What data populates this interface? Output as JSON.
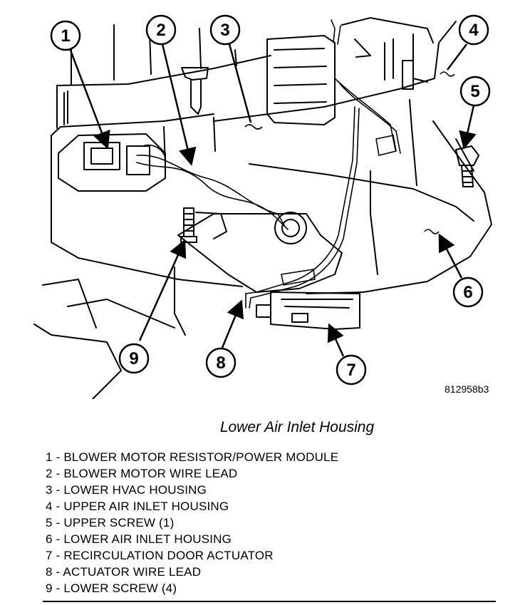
{
  "figure": {
    "id": "812958b3",
    "caption": "Lower Air Inlet Housing"
  },
  "callouts": [
    "1",
    "2",
    "3",
    "4",
    "5",
    "6",
    "7",
    "8",
    "9"
  ],
  "legend": [
    "1 - BLOWER MOTOR RESISTOR/POWER MODULE",
    "2 - BLOWER MOTOR WIRE LEAD",
    "3 - LOWER HVAC HOUSING",
    "4 - UPPER AIR INLET HOUSING",
    "5 - UPPER SCREW (1)",
    "6 - LOWER AIR INLET HOUSING",
    "7 - RECIRCULATION DOOR ACTUATOR",
    "8 - ACTUATOR WIRE LEAD",
    "9 - LOWER SCREW (4)"
  ]
}
